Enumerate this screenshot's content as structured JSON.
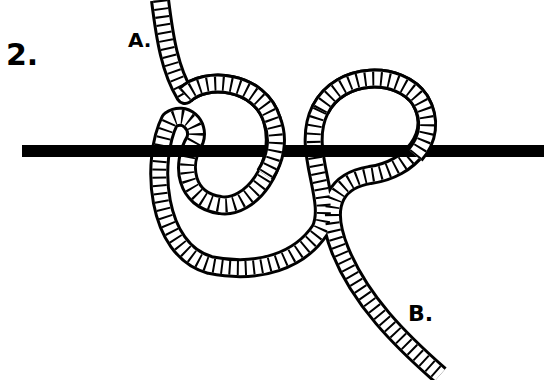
{
  "diagram": {
    "labels": [
      "2.",
      "A.",
      "B."
    ]
  }
}
